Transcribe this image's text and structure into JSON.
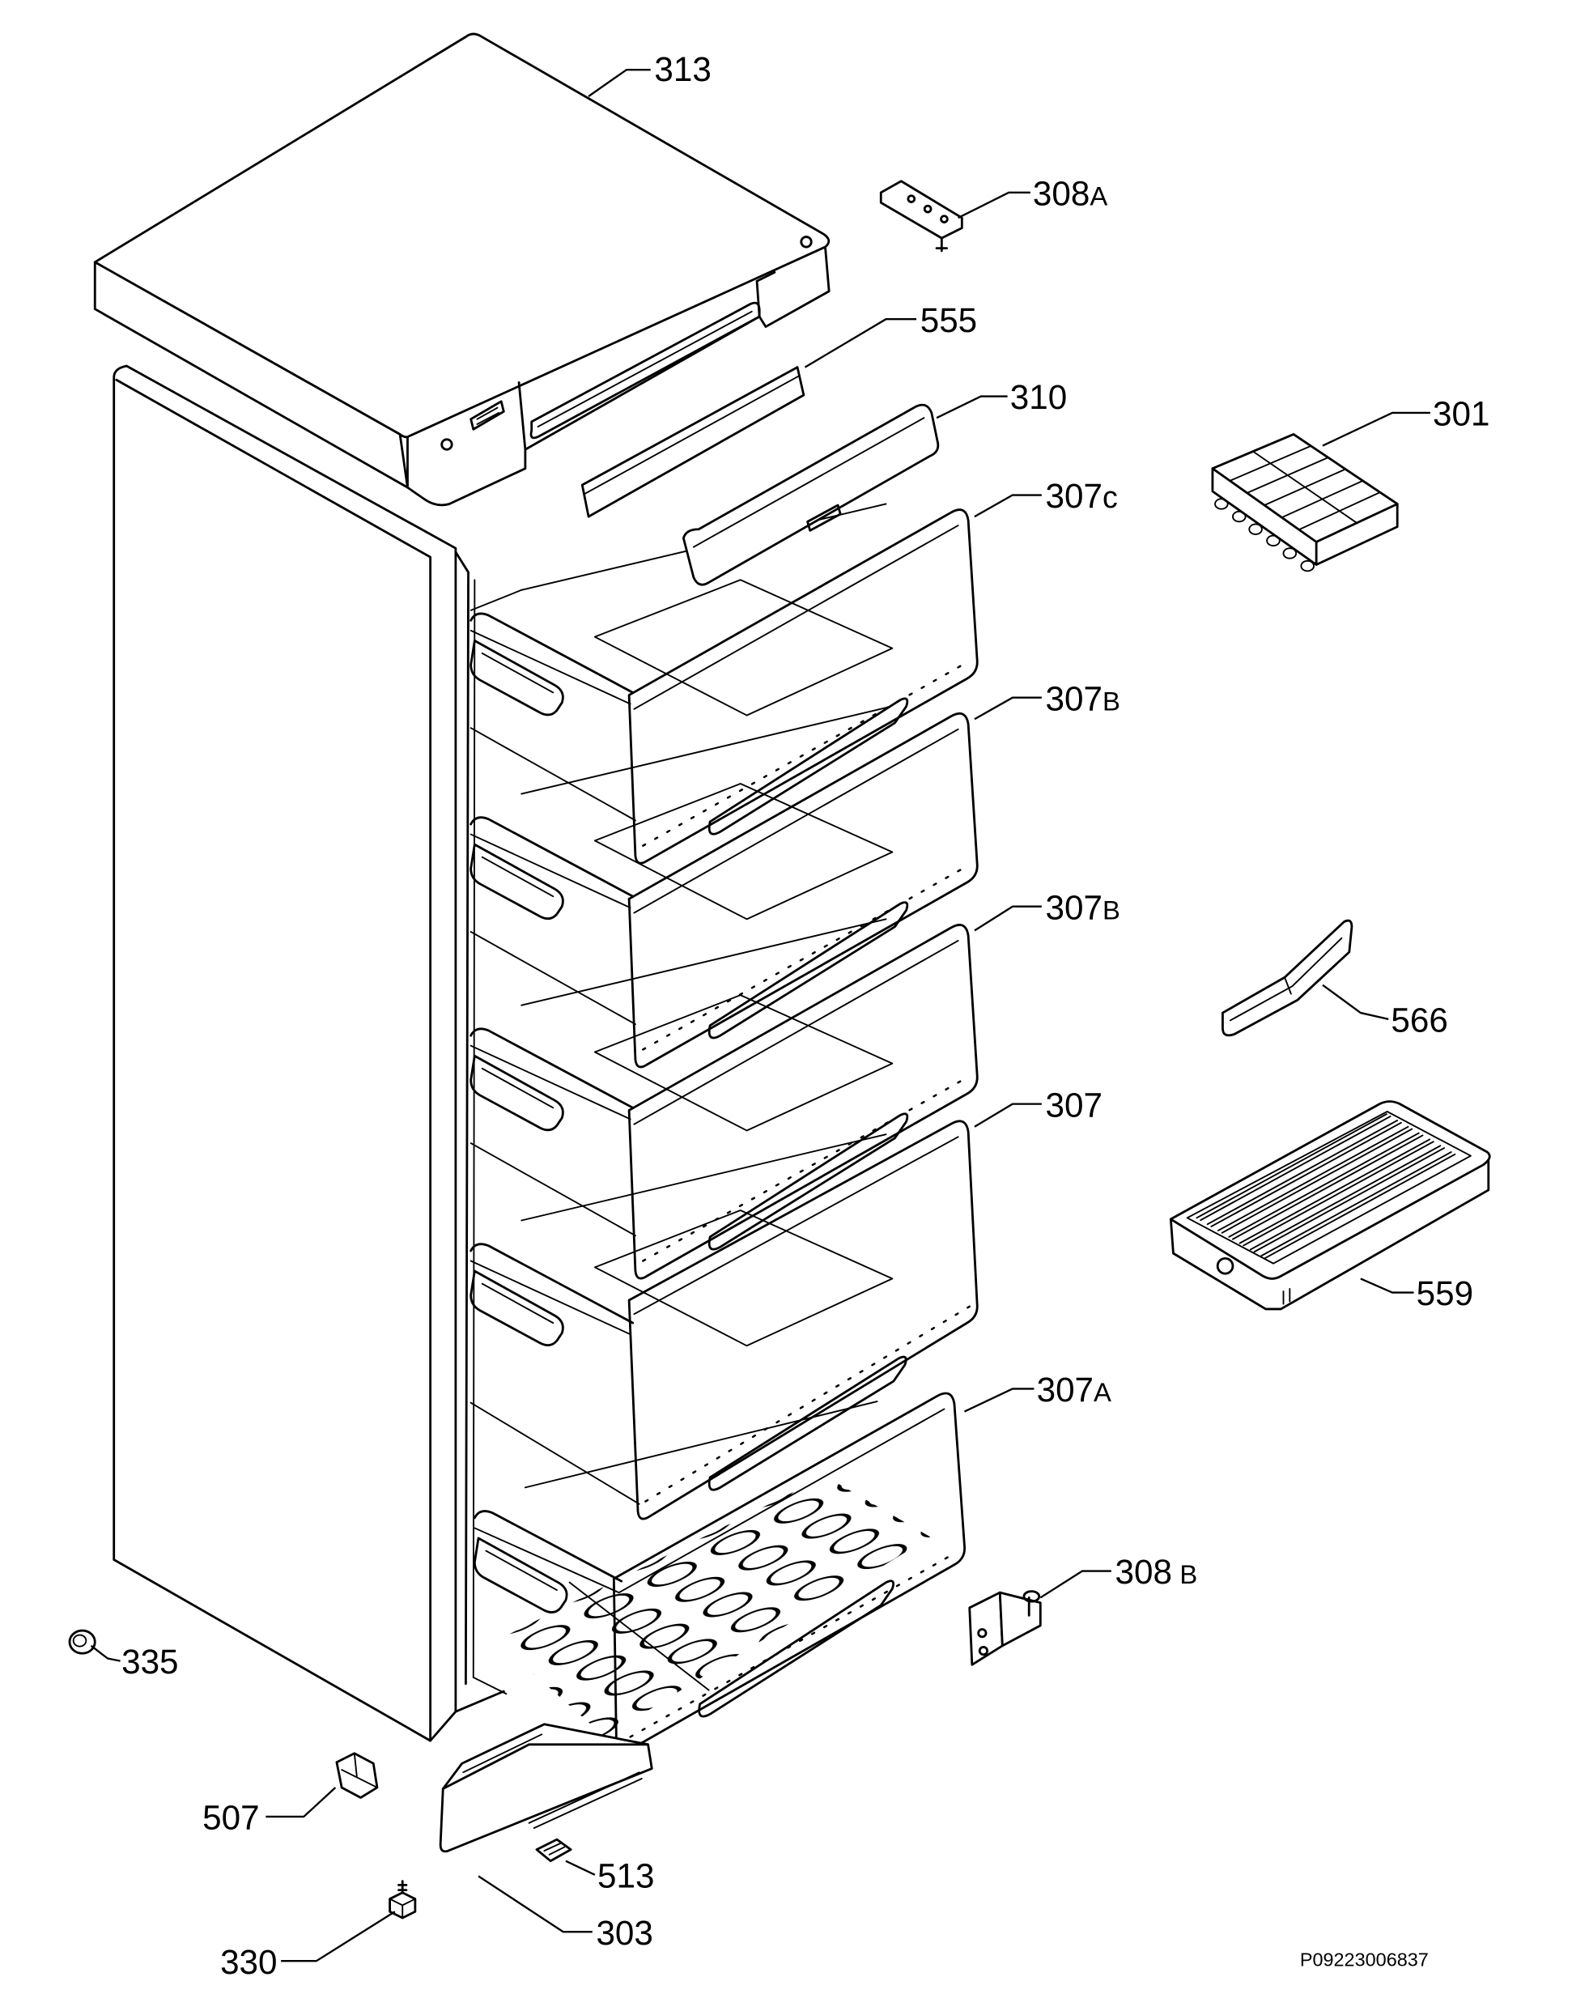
{
  "callouts": [
    {
      "number": "313",
      "suffix": ""
    },
    {
      "number": "308",
      "suffix": "A"
    },
    {
      "number": "555",
      "suffix": ""
    },
    {
      "number": "310",
      "suffix": ""
    },
    {
      "number": "301",
      "suffix": ""
    },
    {
      "number": "307",
      "suffix": "c"
    },
    {
      "number": "307",
      "suffix": "B"
    },
    {
      "number": "307",
      "suffix": "B"
    },
    {
      "number": "566",
      "suffix": ""
    },
    {
      "number": "307",
      "suffix": ""
    },
    {
      "number": "559",
      "suffix": ""
    },
    {
      "number": "307",
      "suffix": "A"
    },
    {
      "number": "308",
      "suffix": "B"
    },
    {
      "number": "335",
      "suffix": ""
    },
    {
      "number": "507",
      "suffix": ""
    },
    {
      "number": "513",
      "suffix": ""
    },
    {
      "number": "303",
      "suffix": ""
    },
    {
      "number": "330",
      "suffix": ""
    }
  ],
  "drawing_code": "P09223006837"
}
